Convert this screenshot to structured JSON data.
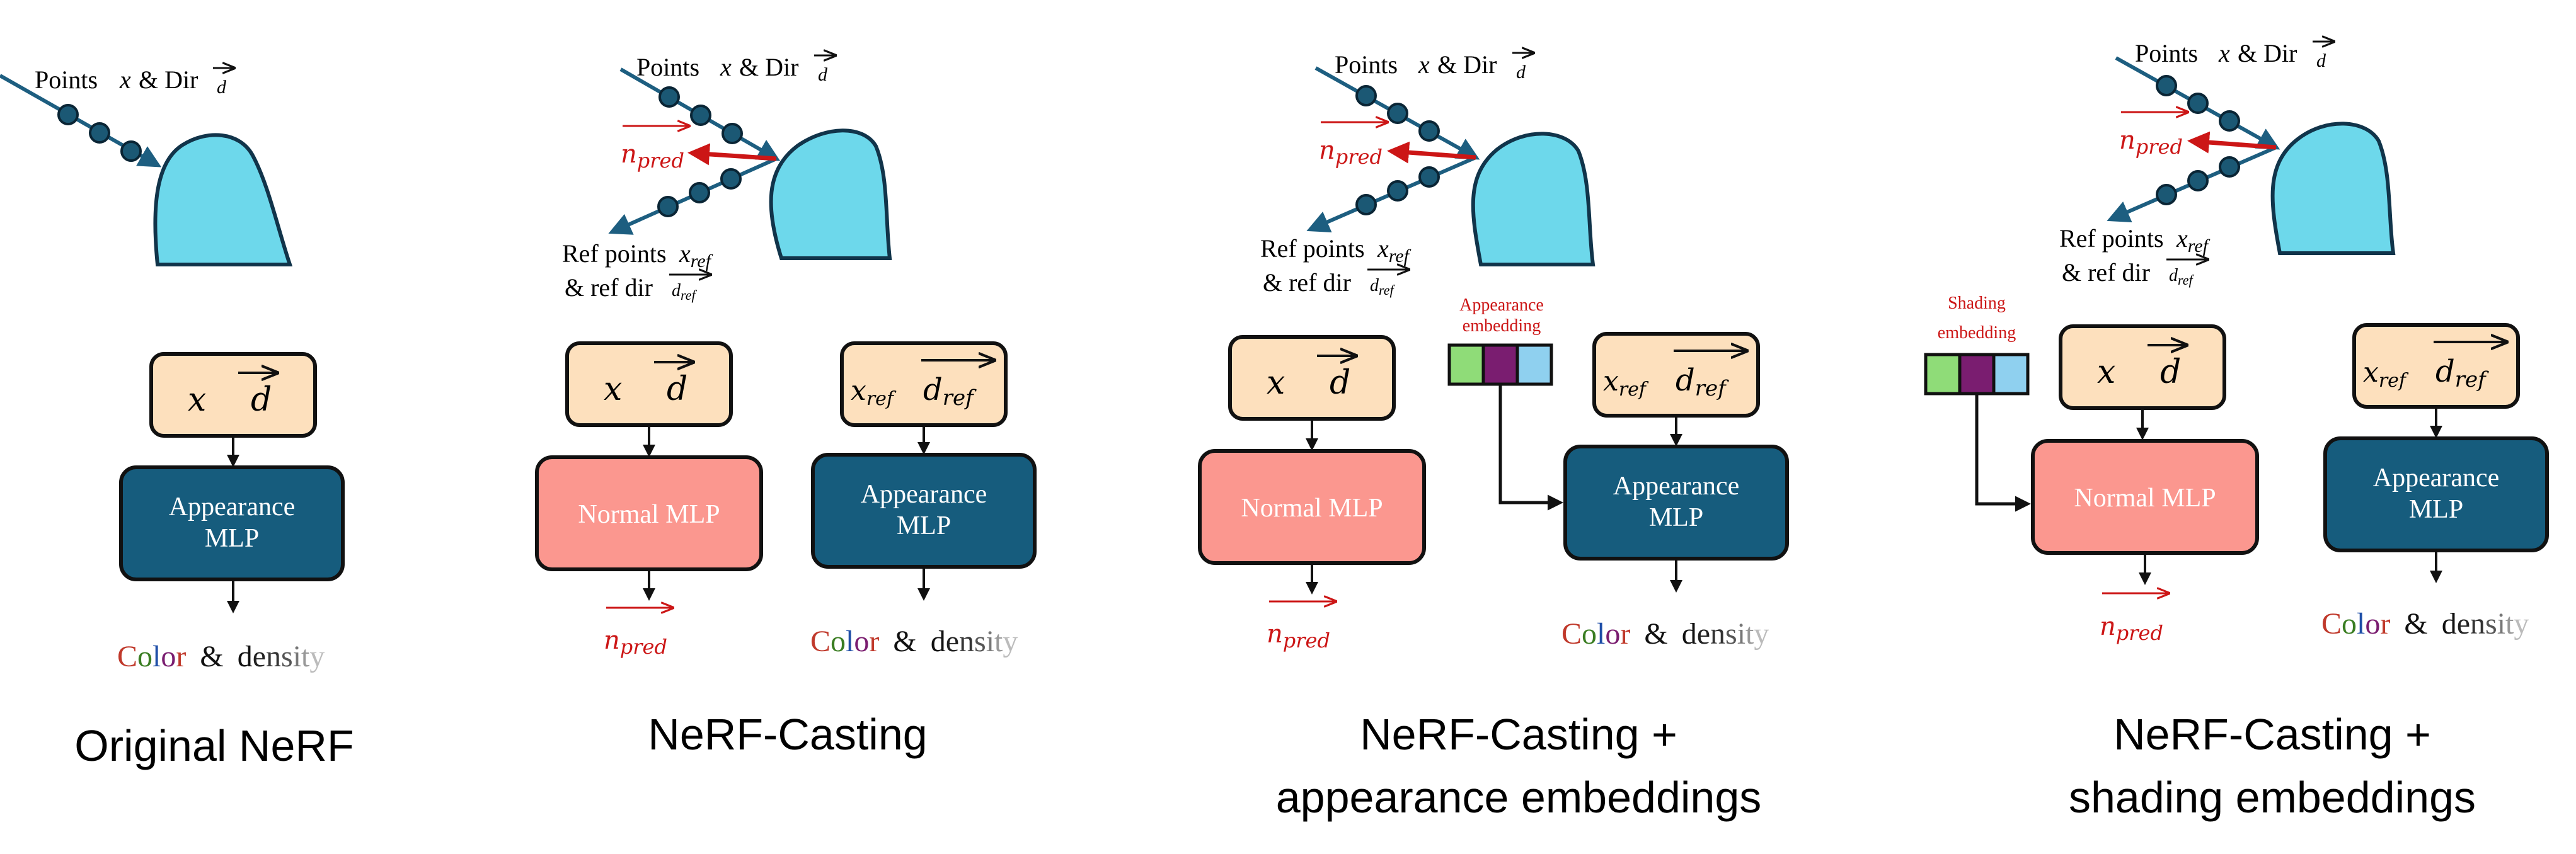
{
  "colors": {
    "blob": "#6dd8eb",
    "ray": "#1d5e80",
    "dot": "#1b5874",
    "input_box": "#fde0bd",
    "appearance_mlp": "#165c7d",
    "normal_mlp": "#fb978f",
    "npred": "#cc1616",
    "embed_green": "#8fdc78",
    "embed_purple": "#7a1d70",
    "embed_blue": "#8fd0ef"
  },
  "labels": {
    "points": "Points",
    "dir": "& Dir",
    "x": "x",
    "d": "d",
    "x_ref_base": "x",
    "d_ref_base": "d",
    "ref_sub": "ref",
    "n_base": "n",
    "pred_sub": "pred",
    "ref_points": "Ref points",
    "ref_dir": "& ref dir",
    "appearance_mlp_1": "Appearance",
    "appearance_mlp_2": "MLP",
    "normal_mlp": "Normal MLP",
    "appearance_embedding_1": "Appearance",
    "appearance_embedding_2": "embedding",
    "shading_embedding_1": "Shading",
    "shading_embedding_2": "embedding",
    "color_output": [
      "C",
      "o",
      "l",
      "o",
      "r"
    ],
    "amp": "&",
    "density_output": [
      "d",
      "e",
      "n",
      "s",
      "i",
      "t",
      "y"
    ]
  },
  "captions": {
    "c1": "Original NeRF",
    "c2": "NeRF-Casting",
    "c3_line1": "NeRF-Casting +",
    "c3_line2": "appearance embeddings",
    "c4_line1": "NeRF-Casting +",
    "c4_line2": "shading embeddings"
  }
}
